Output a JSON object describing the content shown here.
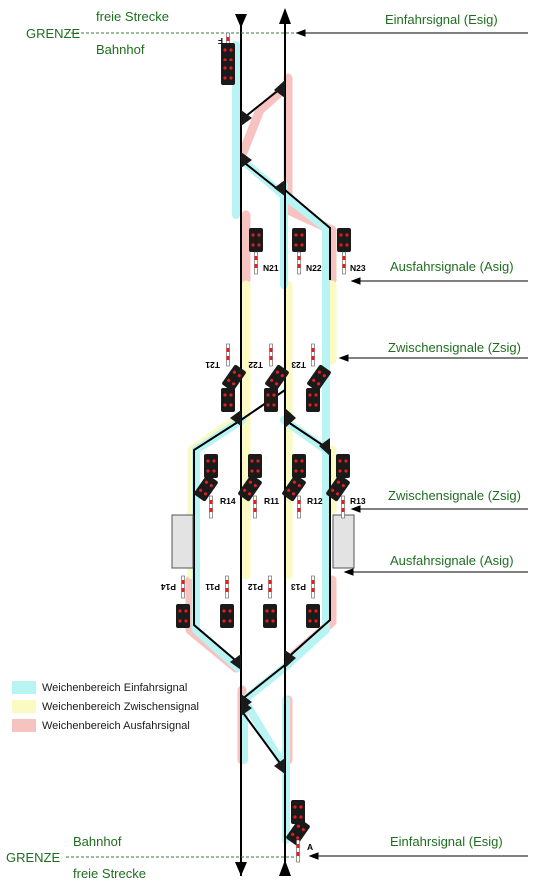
{
  "top": {
    "grenze": "GRENZE",
    "freie_strecke": "freie Strecke",
    "bahnhof": "Bahnhof",
    "signal_id": "F"
  },
  "bottom": {
    "grenze": "GRENZE",
    "freie_strecke": "freie Strecke",
    "bahnhof": "Bahnhof",
    "signal_id": "A"
  },
  "callouts": {
    "einfahr_top": "Einfahrsignal (Esig)",
    "ausfahr_1": "Ausfahrsignale (Asig)",
    "zwischen_1": "Zwischensignale (Zsig)",
    "zwischen_2": "Zwischensignale (Zsig)",
    "ausfahr_2": "Ausfahrsignale (Asig)",
    "einfahr_bottom": "Einfahrsignal (Esig)"
  },
  "signals": {
    "n21": "N21",
    "n22": "N22",
    "n23": "N23",
    "t21": "T21",
    "t22": "T22",
    "t23": "T23",
    "r14": "R14",
    "r11": "R11",
    "r12": "R12",
    "r13": "R13",
    "p14": "P14",
    "p11": "P11",
    "p12": "P12",
    "p13": "P13"
  },
  "legend": {
    "items": [
      {
        "label": "Weichenbereich Einfahrsignal",
        "color": "#b9f4f4"
      },
      {
        "label": "Weichenbereich Zwischensignal",
        "color": "#fafac2"
      },
      {
        "label": "Weichenbereich Ausfahrsignal",
        "color": "#f6c3c0"
      }
    ]
  },
  "colors": {
    "label_green": "#1f6e1f",
    "zone_cyan": "#b9f4f4",
    "zone_yellow": "#fafac2",
    "zone_red": "#f6c3c0",
    "track": "#000000"
  }
}
